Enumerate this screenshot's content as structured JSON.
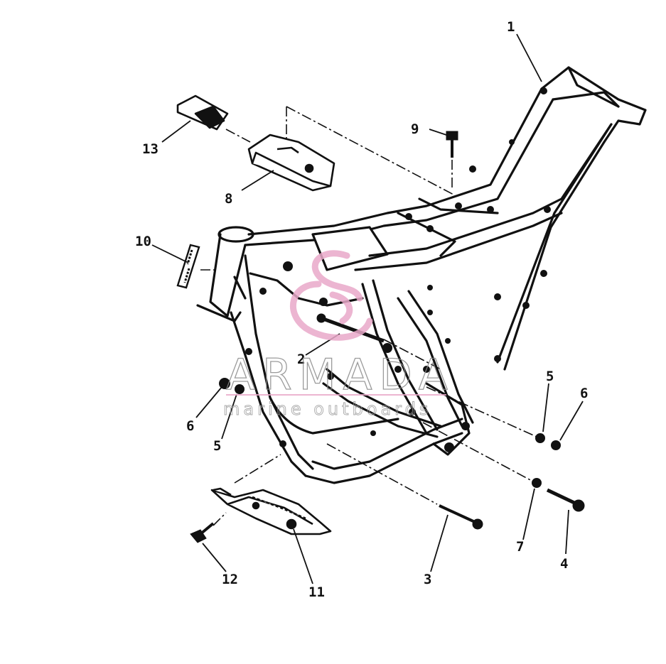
{
  "callouts": [
    {
      "id": "1",
      "text": "1"
    },
    {
      "id": "2",
      "text": "2"
    },
    {
      "id": "3",
      "text": "3"
    },
    {
      "id": "4",
      "text": "4"
    },
    {
      "id": "5a",
      "text": "5"
    },
    {
      "id": "5b",
      "text": "5"
    },
    {
      "id": "6a",
      "text": "6"
    },
    {
      "id": "6b",
      "text": "6"
    },
    {
      "id": "7",
      "text": "7"
    },
    {
      "id": "8",
      "text": "8"
    },
    {
      "id": "9",
      "text": "9"
    },
    {
      "id": "10",
      "text": "10"
    },
    {
      "id": "11",
      "text": "11"
    },
    {
      "id": "12",
      "text": "12"
    },
    {
      "id": "13",
      "text": "13"
    }
  ],
  "watermark": {
    "brand": "ARMADA",
    "tagline": "marine outboards",
    "color": "#e9a9c9"
  }
}
